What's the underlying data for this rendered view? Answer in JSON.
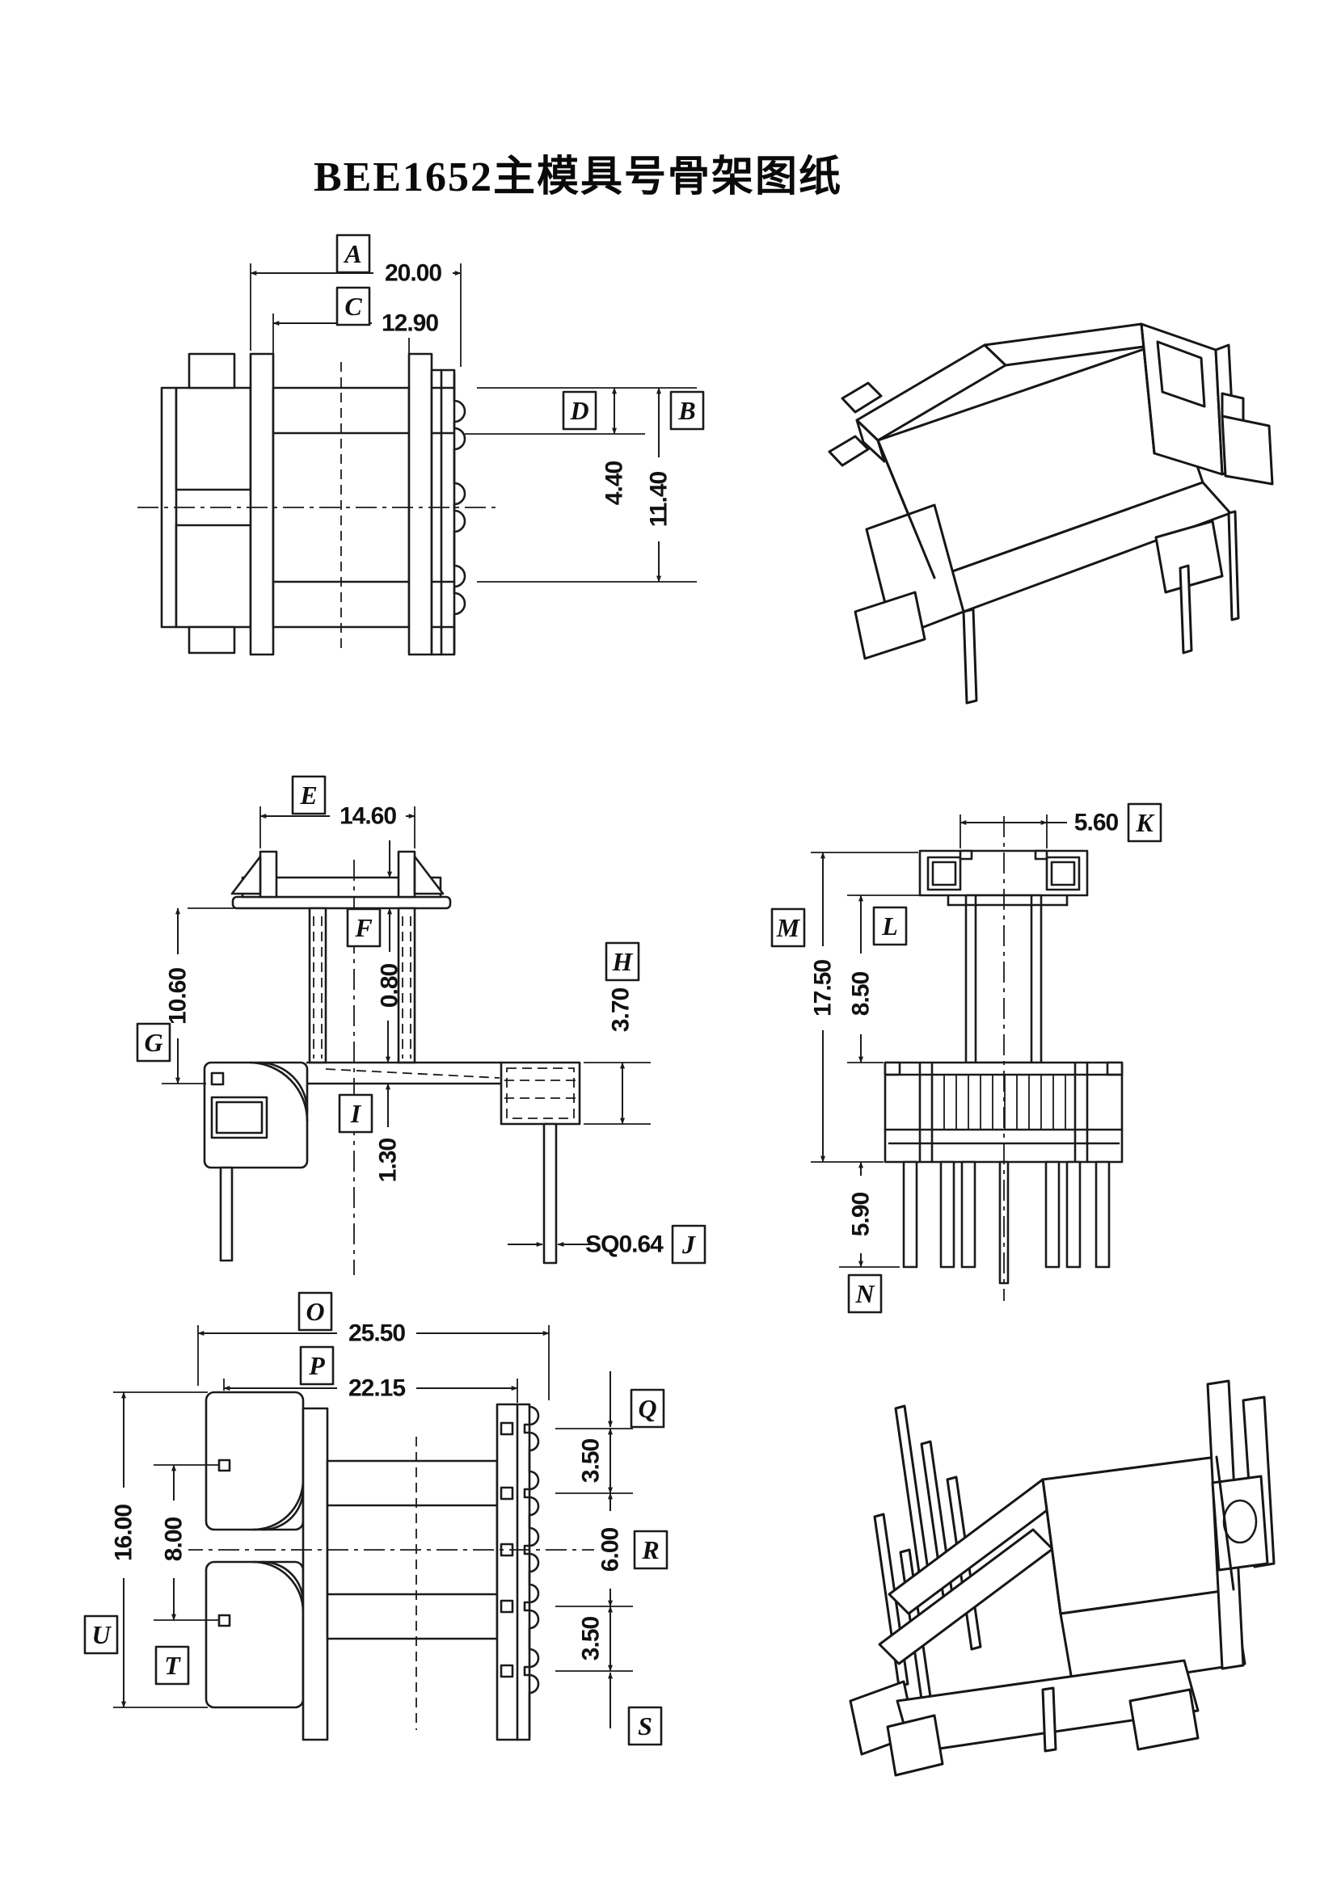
{
  "title": "BEE1652主模具号骨架图纸",
  "letters": {
    "A": "A",
    "B": "B",
    "C": "C",
    "D": "D",
    "E": "E",
    "F": "F",
    "G": "G",
    "H": "H",
    "I": "I",
    "J": "J",
    "K": "K",
    "L": "L",
    "M": "M",
    "N": "N",
    "O": "O",
    "P": "P",
    "Q": "Q",
    "R": "R",
    "S": "S",
    "T": "T",
    "U": "U"
  },
  "dims": {
    "A": "20.00",
    "B": "11.40",
    "C": "12.90",
    "D": "4.40",
    "E": "14.60",
    "F": "0.80",
    "G": "10.60",
    "H": "3.70",
    "I": "1.30",
    "J": "SQ0.64",
    "K": "5.60",
    "L": "8.50",
    "M": "17.50",
    "N": "5.90",
    "O": "25.50",
    "P": "22.15",
    "Q": "3.50",
    "R": "6.00",
    "S": "3.50",
    "T": "8.00",
    "U": "16.00"
  },
  "views": {
    "top_left": "side section view",
    "top_right": "isometric view",
    "middle_left": "front view",
    "middle_right": "end view",
    "bottom_left": "side view",
    "bottom_right": "isometric view"
  }
}
